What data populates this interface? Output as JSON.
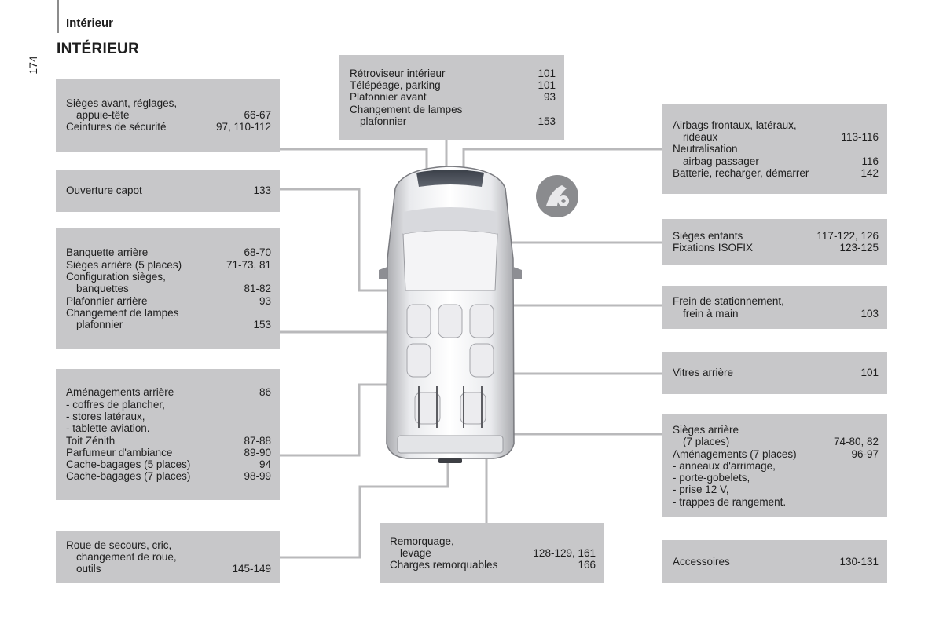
{
  "header": {
    "section": "Intérieur",
    "page_number": "174",
    "title": "INTÉRIEUR"
  },
  "boxes": {
    "front_seats": [
      {
        "text": "Sièges avant, réglages,",
        "page": ""
      },
      {
        "text": "appuie-tête",
        "page": "66-67"
      },
      {
        "text": "Ceintures de sécurité",
        "page": "97, 110-112"
      }
    ],
    "bonnet": [
      {
        "text": "Ouverture capot",
        "page": "133"
      }
    ],
    "rear_bench": [
      {
        "text": "Banquette arrière",
        "page": "68-70"
      },
      {
        "text": "Sièges arrière (5 places)",
        "page": "71-73, 81"
      },
      {
        "text": "Configuration sièges,",
        "page": ""
      },
      {
        "text": "banquettes",
        "page": "81-82"
      },
      {
        "text": "Plafonnier arrière",
        "page": "93"
      },
      {
        "text": "Changement de lampes",
        "page": ""
      },
      {
        "text": "plafonnier",
        "page": "153"
      }
    ],
    "rear_fittings": [
      {
        "text": "Aménagements arrière",
        "page": "86"
      },
      {
        "text": "-  coffres de plancher,",
        "page": ""
      },
      {
        "text": "-  stores latéraux,",
        "page": ""
      },
      {
        "text": "-  tablette aviation.",
        "page": ""
      },
      {
        "text": "Toit Zénith",
        "page": "87-88"
      },
      {
        "text": "Parfumeur d'ambiance",
        "page": "89-90"
      },
      {
        "text": "Cache-bagages (5 places)",
        "page": "94"
      },
      {
        "text": "Cache-bagages (7 places)",
        "page": "98-99"
      }
    ],
    "spare_wheel": [
      {
        "text": "Roue de secours, cric,",
        "page": ""
      },
      {
        "text": "changement de roue,",
        "page": ""
      },
      {
        "text": "outils",
        "page": "145-149"
      }
    ],
    "mirror": [
      {
        "text": "Rétroviseur intérieur",
        "page": "101"
      },
      {
        "text": "Télépéage, parking",
        "page": "101"
      },
      {
        "text": "Plafonnier avant",
        "page": "93"
      },
      {
        "text": "Changement de lampes",
        "page": ""
      },
      {
        "text": "plafonnier",
        "page": "153"
      }
    ],
    "towing": [
      {
        "text": "Remorquage,",
        "page": ""
      },
      {
        "text": "levage",
        "page": "128-129, 161"
      },
      {
        "text": "Charges remorquables",
        "page": "166"
      }
    ],
    "airbags": [
      {
        "text": "Airbags frontaux, latéraux,",
        "page": ""
      },
      {
        "text": "rideaux",
        "page": "113-116"
      },
      {
        "text": "Neutralisation",
        "page": ""
      },
      {
        "text": "airbag passager",
        "page": "116"
      },
      {
        "text": "Batterie, recharger, démarrer",
        "page": "142"
      }
    ],
    "child_seats": [
      {
        "text": "Sièges enfants",
        "page": "117-122, 126"
      },
      {
        "text": "Fixations ISOFIX",
        "page": "123-125"
      }
    ],
    "parking_brake": [
      {
        "text": "Frein de stationnement,",
        "page": ""
      },
      {
        "text": "frein à main",
        "page": "103"
      }
    ],
    "rear_windows": [
      {
        "text": "Vitres arrière",
        "page": "101"
      }
    ],
    "rear_seats_7": [
      {
        "text": "Sièges arrière",
        "page": ""
      },
      {
        "text": "(7 places)",
        "page": "74-80, 82"
      },
      {
        "text": "Aménagements (7 places)",
        "page": "96-97"
      },
      {
        "text": "-  anneaux d'arrimage,",
        "page": ""
      },
      {
        "text": "-  porte-gobelets,",
        "page": ""
      },
      {
        "text": "-  prise 12 V,",
        "page": ""
      },
      {
        "text": "-  trappes de rangement.",
        "page": ""
      }
    ],
    "accessories": [
      {
        "text": "Accessoires",
        "page": "130-131"
      }
    ]
  },
  "icons": {
    "badge": "seat-adjust-icon",
    "car": "vehicle-top-view-icon"
  },
  "colors": {
    "box_fill": "#c7c7c9",
    "leader_line": "#b9b9bb",
    "text": "#1e1e1e"
  }
}
